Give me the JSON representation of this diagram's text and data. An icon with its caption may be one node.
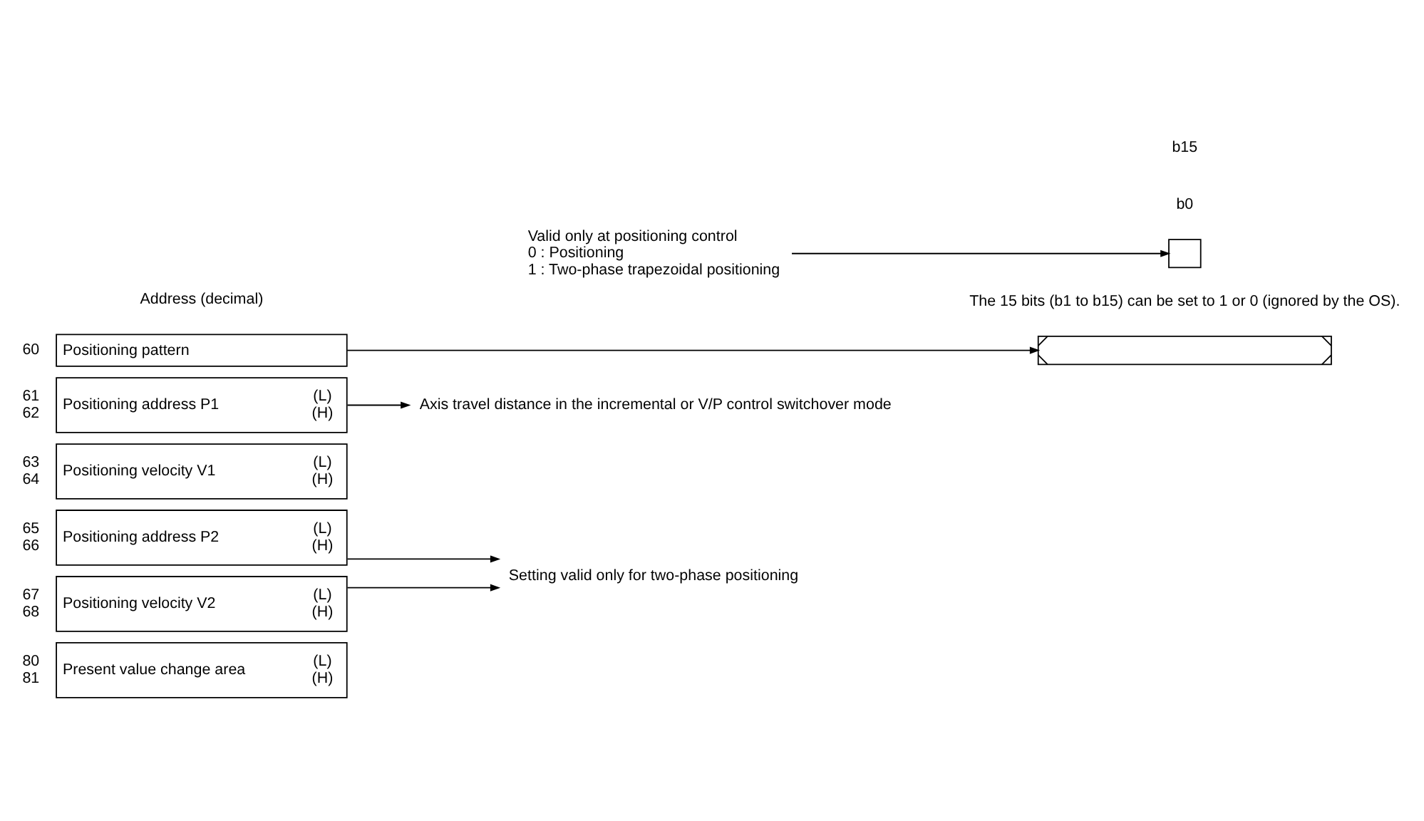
{
  "diagram": {
    "nodes": [
      {
        "text": [
          "Positioning pattern"
        ],
        "beside": [
          "60"
        ]
      },
      {
        "text": [
          "Positioning address P1",
          "(L)",
          "(H)"
        ],
        "beside": [
          "61",
          "62"
        ]
      },
      {
        "text": [
          "Positioning velocity V1",
          "(L)",
          "(H)"
        ],
        "beside": [
          "63",
          "64"
        ]
      },
      {
        "text": [
          "Positioning address P2",
          "(L)",
          "(H)"
        ],
        "beside": [
          "65",
          "66"
        ]
      },
      {
        "text": [
          "Positioning velocity V2",
          "(L)",
          "(H)"
        ],
        "beside": [
          "67",
          "68"
        ]
      },
      {
        "text": [
          "Present value change area",
          "(L)",
          "(H)"
        ],
        "beside": [
          "80",
          "81"
        ]
      },
      {
        "text": [],
        "shape": "box"
      },
      {
        "text": [],
        "shape": "box"
      },
      {
        "text": [
          "Axis travel distance in the incremental or V/P control switchover mode"
        ]
      },
      {
        "text": [
          "Setting valid only for two-phase positioning"
        ]
      },
      {
        "text": [
          "Valid only at positioning control",
          "0 : Positioning",
          "1 : Two-phase trapezoidal positioning"
        ]
      }
    ],
    "edges": [
      {
        "from": 0,
        "to": 6,
        "arrow": "to"
      },
      {
        "from": 1,
        "to": 8,
        "arrow": "to"
      },
      {
        "from": 3,
        "to": 9,
        "arrow": "to"
      },
      {
        "from": 4,
        "to": 9,
        "arrow": "to"
      },
      {
        "from": 10,
        "to": 7,
        "arrow": "to"
      }
    ],
    "labels": [
      "Address (decimal)",
      "b15",
      "b0",
      "The 15 bits (b1 to b15) can be set to 1 or 0 (ignored by the OS)."
    ]
  }
}
